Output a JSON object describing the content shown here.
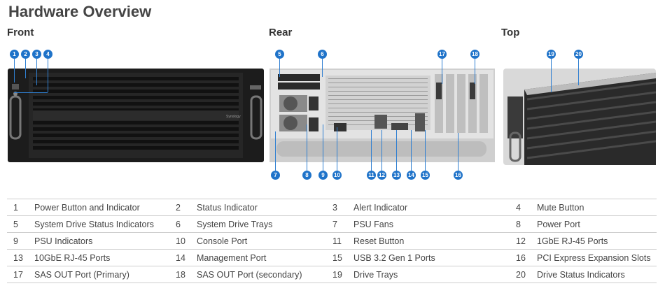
{
  "title": "Hardware Overview",
  "sections": {
    "front": "Front",
    "rear": "Rear",
    "top": "Top"
  },
  "callouts": {
    "c1": "1",
    "c2": "2",
    "c3": "3",
    "c4": "4",
    "c5": "5",
    "c6": "6",
    "c7": "7",
    "c8": "8",
    "c9": "9",
    "c10": "10",
    "c11": "11",
    "c12": "12",
    "c13": "13",
    "c14": "14",
    "c15": "15",
    "c16": "16",
    "c17": "17",
    "c18": "18",
    "c19": "19",
    "c20": "20"
  },
  "front_logo": "Synology",
  "legend": [
    [
      {
        "n": "1",
        "label": "Power Button and Indicator"
      },
      {
        "n": "2",
        "label": "Status Indicator"
      },
      {
        "n": "3",
        "label": "Alert Indicator"
      },
      {
        "n": "4",
        "label": "Mute Button"
      }
    ],
    [
      {
        "n": "5",
        "label": "System Drive Status Indicators"
      },
      {
        "n": "6",
        "label": "System Drive Trays"
      },
      {
        "n": "7",
        "label": "PSU Fans"
      },
      {
        "n": "8",
        "label": "Power Port"
      }
    ],
    [
      {
        "n": "9",
        "label": "PSU Indicators"
      },
      {
        "n": "10",
        "label": "Console Port"
      },
      {
        "n": "11",
        "label": "Reset Button"
      },
      {
        "n": "12",
        "label": "1GbE RJ-45 Ports"
      }
    ],
    [
      {
        "n": "13",
        "label": "10GbE RJ-45 Ports"
      },
      {
        "n": "14",
        "label": "Management Port"
      },
      {
        "n": "15",
        "label": "USB 3.2 Gen 1 Ports"
      },
      {
        "n": "16",
        "label": "PCI Express Expansion Slots"
      }
    ],
    [
      {
        "n": "17",
        "label": "SAS OUT Port (Primary)"
      },
      {
        "n": "18",
        "label": "SAS OUT Port (secondary)"
      },
      {
        "n": "19",
        "label": "Drive Trays"
      },
      {
        "n": "20",
        "label": "Drive Status Indicators"
      }
    ]
  ]
}
